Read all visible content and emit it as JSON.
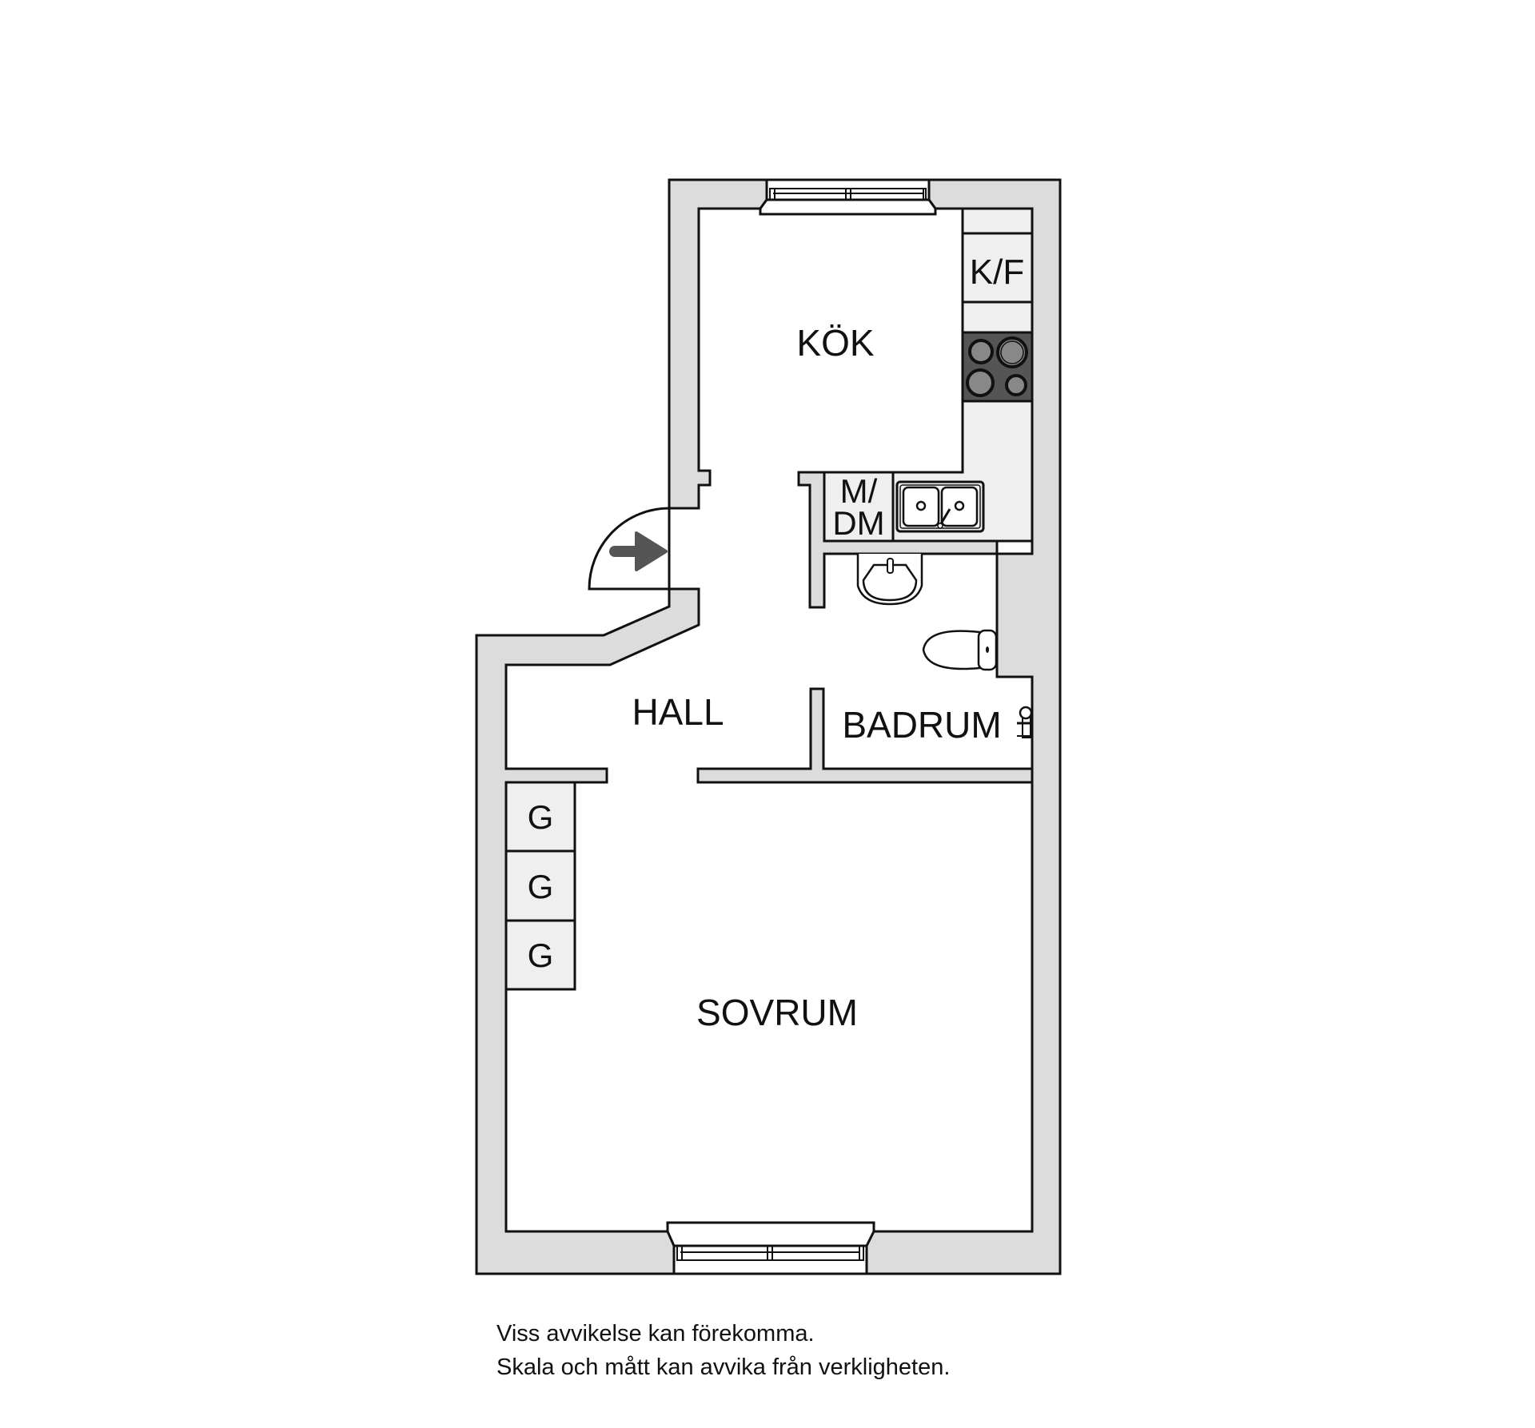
{
  "plan": {
    "rooms": {
      "kitchen": "KÖK",
      "hall": "HALL",
      "bathroom": "BADRUM",
      "bedroom": "SOVRUM"
    },
    "fixtures": {
      "fridge_freezer": "K/F",
      "dishwasher_line1": "M/",
      "dishwasher_line2": "DM",
      "closets": [
        "G",
        "G",
        "G"
      ]
    },
    "colors": {
      "wall": "#dcdcdc",
      "counter": "#efefef",
      "stove": "#555555",
      "arrow": "#555555",
      "outline": "#111111"
    }
  },
  "footer": {
    "line1": "Viss avvikelse kan förekomma.",
    "line2": "Skala och mått kan avvika från verkligheten."
  }
}
